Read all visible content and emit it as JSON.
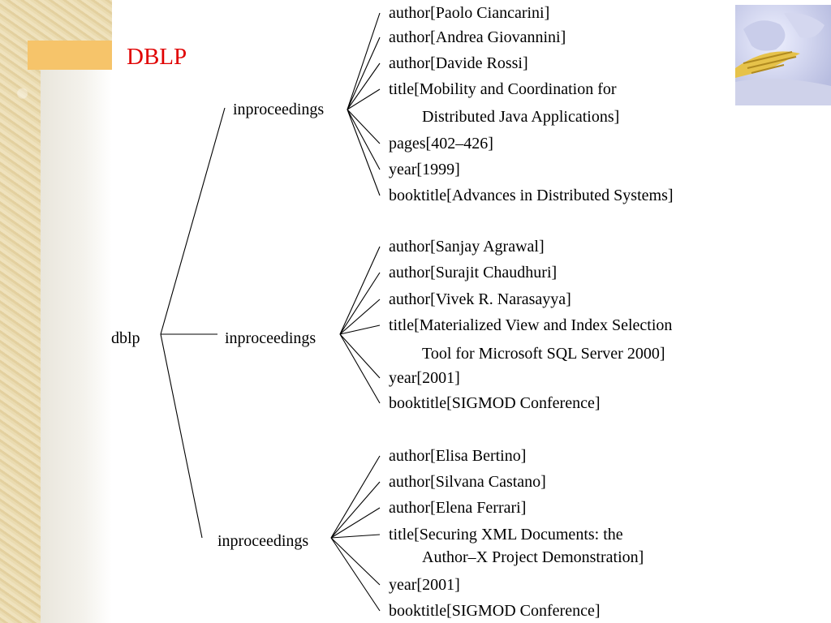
{
  "slide": {
    "title": "DBLP"
  },
  "tree": {
    "root": "dblp",
    "children": [
      {
        "label": "inproceedings",
        "fields": [
          [
            "author[Paolo Ciancarini]"
          ],
          [
            "author[Andrea Giovannini]"
          ],
          [
            "author[Davide Rossi]"
          ],
          [
            "title[Mobility and Coordination for",
            "Distributed Java Applications]"
          ],
          [
            "pages[402–426]"
          ],
          [
            "year[1999]"
          ],
          [
            "booktitle[Advances in Distributed Systems]"
          ]
        ]
      },
      {
        "label": "inproceedings",
        "fields": [
          [
            "author[Sanjay Agrawal]"
          ],
          [
            "author[Surajit Chaudhuri]"
          ],
          [
            "author[Vivek R. Narasayya]"
          ],
          [
            "title[Materialized View and Index Selection",
            "Tool for Microsoft SQL Server 2000]"
          ],
          [
            "year[2001]"
          ],
          [
            "booktitle[SIGMOD Conference]"
          ]
        ]
      },
      {
        "label": "inproceedings",
        "fields": [
          [
            "author[Elisa Bertino]"
          ],
          [
            "author[Silvana Castano]"
          ],
          [
            "author[Elena Ferrari]"
          ],
          [
            "title[Securing XML Documents: the",
            "Author–X Project Demonstration]"
          ],
          [
            "year[2001]"
          ],
          [
            "booktitle[SIGMOD Conference]"
          ]
        ]
      }
    ]
  }
}
